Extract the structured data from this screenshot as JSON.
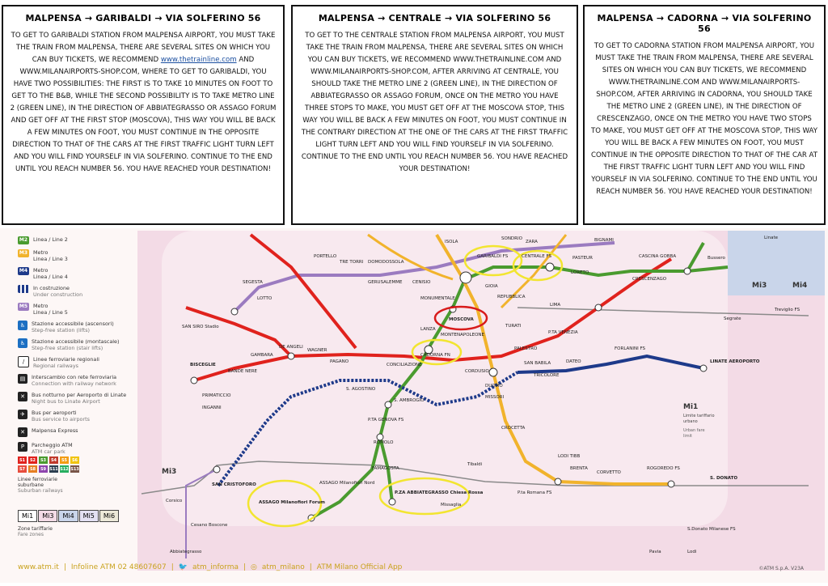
{
  "cards": [
    {
      "title": "MALPENSA → GARIBALDI → VIA SOLFERINO 56",
      "before_link": "TO GET TO GARIBALDI STATION FROM MALPENSA AIRPORT, YOU MUST TAKE THE TRAIN FROM MALPENSA, THERE ARE SEVERAL SITES ON WHICH YOU CAN BUY TICKETS, WE RECOMMEND",
      "link": "www.thetrainline.com",
      "after_link": "AND www.milanairports-shop.com, WHERE TO GET TO GARIBALDI, YOU HAVE TWO POSSIBILITIES: THE FIRST IS TO TAKE 10 MINUTES ON FOOT TO GET TO THE B&B, WHILE THE SECOND POSSIBILITY IS TO TAKE METRO LINE 2 (GREEN LINE), IN THE DIRECTION OF ABBIATEGRASSO OR ASSAGO FORUM AND GET OFF AT THE FIRST STOP (MOSCOVA), THIS WAY YOU WILL BE BACK A FEW MINUTES ON FOOT, YOU MUST CONTINUE IN THE OPPOSITE DIRECTION TO THAT OF THE CARS AT THE FIRST TRAFFIC LIGHT TURN LEFT AND YOU WILL FIND YOURSELF IN VIA SOLFERINO. CONTINUE TO THE END UNTIL YOU REACH NUMBER 56. YOU HAVE REACHED YOUR DESTINATION!"
    },
    {
      "title": "MALPENSA → CENTRALE → VIA SOLFERINO 56",
      "body": "TO GET TO THE CENTRALE STATION FROM MALPENSA AIRPORT, YOU MUST TAKE THE TRAIN FROM MALPENSA, THERE ARE SEVERAL SITES ON WHICH YOU CAN BUY TICKETS, WE RECOMMEND www.thetrainline.com AND www.milanairports-shop.com, AFTER ARRIVING AT CENTRALE, YOU SHOULD TAKE THE METRO LINE 2 (GREEN LINE), IN THE DIRECTION OF ABBIATEGRASSO OR ASSAGO FORUM, ONCE ON THE METRO YOU HAVE THREE STOPS TO MAKE, YOU MUST GET OFF AT THE MOSCOVA STOP, THIS WAY YOU WILL BE BACK A FEW MINUTES ON FOOT, YOU MUST CONTINUE IN THE CONTRARY DIRECTION AT THE ONE OF THE CARS AT THE FIRST TRAFFIC LIGHT TURN LEFT AND YOU WILL FIND YOURSELF IN VIA SOLFERINO. CONTINUE TO THE END UNTIL YOU REACH NUMBER 56. YOU HAVE REACHED YOUR DESTINATION!"
    },
    {
      "title": "MALPENSA → CADORNA → VIA SOLFERINO 56",
      "body": "TO GET TO CADORNA STATION FROM MALPENSA AIRPORT, YOU MUST TAKE THE TRAIN FROM MALPENSA, THERE ARE SEVERAL SITES ON WHICH YOU CAN BUY TICKETS, WE RECOMMEND www.thetrainline.com AND www.milanairports-shop.com, AFTER ARRIVING IN CADORNA, YOU SHOULD TAKE THE METRO LINE 2 (GREEN LINE), IN THE DIRECTION OF CRESCENZAGO, ONCE ON THE METRO YOU HAVE TWO STOPS TO MAKE, YOU MUST GET OFF AT THE MOSCOVA STOP, THIS WAY YOU WILL BE BACK A FEW MINUTES ON FOOT, YOU MUST CONTINUE IN THE OPPOSITE DIRECTION TO THAT OF THE CAR AT THE FIRST TRAFFIC LIGHT TURN LEFT AND YOU WILL FIND YOURSELF IN VIA SOLFERINO. CONTINUE TO THE END UNTIL YOU REACH NUMBER 56. YOU HAVE REACHED YOUR DESTINATION!"
    }
  ],
  "legend": {
    "m2": "Linea / Line 2",
    "m3_a": "Metro",
    "m3_b": "Linea / Line 3",
    "m4_a": "Metro",
    "m4_b": "Linea / Line 4",
    "construction_a": "In costruzione",
    "construction_b": "Under construction",
    "m5_a": "Metro",
    "m5_b": "Linea / Line 5",
    "step_free_a": "Stazione accessibile (ascensori)",
    "step_free_b": "Step-free station (lifts)",
    "stair_lift_a": "Stazione accessibile (montascale)",
    "stair_lift_b": "Step-free station (stair lifts)",
    "regional_a": "Linee ferroviarie regionali",
    "regional_b": "Regional railways",
    "interchange_a": "Interscambio con rete ferroviaria",
    "interchange_b": "Connection with railway network",
    "night_bus_a": "Bus notturno per Aeroporto di Linate",
    "night_bus_b": "Night bus to Linate Airport",
    "airport_bus_a": "Bus per aeroporti",
    "airport_bus_b": "Bus service to airports",
    "malpensa_express": "Malpensa Express",
    "parking_a": "Parcheggio ATM",
    "parking_b": "ATM car park",
    "suburban_a": "Linee ferroviarie suburbane",
    "suburban_b": "Suburban railways",
    "zones_a": "Zone tariffarie",
    "zones_b": "Fare zones",
    "zone_labels": [
      "Mi1",
      "Mi3",
      "Mi4",
      "Mi5",
      "Mi6"
    ],
    "suburban_lines": [
      "S1",
      "S2",
      "S3",
      "S4",
      "S5",
      "S6",
      "S7",
      "S8",
      "S9",
      "S11",
      "S12",
      "S13"
    ]
  },
  "stations": {
    "garibaldi": "GARIBALDI FS",
    "centrale": "CENTRALE FS",
    "moscova": "MOSCOVA",
    "cadorna": "CADORNA FN",
    "lanza": "LANZA",
    "montenapoleone": "MONTENAPOLEONE",
    "duomo": "DUOMO",
    "san_siro": "SAN SIRO Stadio",
    "bisceglie": "BISCEGLIE",
    "linate": "LINATE AEROPORTO",
    "s_donato": "S. DONATO",
    "san_cristoforo": "SAN CRISTOFORO",
    "assago": "ASSAGO Milanofiori Forum",
    "abbiategrasso": "P.ZA ABBIATEGRASSO Chiesa Rossa",
    "famagosta": "FAMAGOSTA",
    "romolo": "ROMOLO",
    "s_agostino": "S. AGOSTINO",
    "s_ambrogio": "S. AMBROGIO",
    "crescenzago": "CRESCENZAGO",
    "cascina_gobba": "CASCINA GOBBA",
    "rogoredo": "ROGOREDO FS",
    "porta_romana": "P.ta Romana FS",
    "isola": "ISOLA",
    "sondrio": "SONDRIO",
    "gioia": "GIOIA",
    "repubblica": "REPUBBLICA",
    "lima": "LIMA",
    "loreto": "LORETO",
    "pasteur": "PASTEUR",
    "turati": "TURATI",
    "palestro": "PALESTRO",
    "missori": "MISSORI",
    "crocetta": "CROCETTA",
    "lodi": "LODI TIBB",
    "brenta": "BRENTA",
    "corvetto": "CORVETTO",
    "p_venezia": "P.TA VENEZIA",
    "dateo": "DATEO",
    "tricolore": "TRICOLORE",
    "forlanini": "FORLANINI FS",
    "lotto": "LOTTO",
    "segesta": "SEGESTA",
    "tre_torri": "TRE TORRI",
    "portello": "PORTELLO",
    "domodossola": "DOMODOSSOLA",
    "gerusalemme": "GERUSALEMME",
    "cenisio": "CENISIO",
    "monumentale": "MONUMENTALE",
    "bignami": "BIGNAMI",
    "zara": "ZARA",
    "san_babila": "SAN BABILA",
    "cordusio": "CORDUSIO",
    "conciliazione": "CONCILIAZIONE",
    "pagano": "PAGANO",
    "wagner": "WAGNER",
    "de_angeli": "DE ANGELI",
    "gambara": "GAMBARA",
    "bande_nere": "BANDE NERE",
    "primaticcio": "PRIMATICCIO",
    "inganni": "INGANNI",
    "porta_genova": "P.TA GENOVA FS",
    "tibaldi": "Tibaldi",
    "missaglia": "Missaglia",
    "abbiategrasso_city": "Abbiategrasso",
    "bussero": "Bussero",
    "linate_zone": "Linate",
    "segrate": "Segrate",
    "treviglio": "Treviglio FS",
    "pavia": "Pavia",
    "lodi_city": "Lodi",
    "s_donato_milanese": "S.Donato Milanese FS",
    "corsico": "Corsico",
    "cesano_boscone": "Cesano Boscone",
    "assago_milanofiori_nord": "ASSAGO Milanofiori Nord",
    "urban_area_a": "Limite tariffario",
    "urban_area_b": "urbano",
    "urban_area_c": "Urban fare",
    "urban_area_d": "limit"
  },
  "zones_on_map": [
    "Mi1",
    "Mi3",
    "Mi4",
    "Mi3"
  ],
  "footer": {
    "website": "www.atm.it",
    "infoline": "Infoline ATM 02 48607607",
    "twitter": "atm_informa",
    "instagram": "atm_milano",
    "app": "ATM Milano Official App",
    "copyright": "©ATM S.p.A. V23A"
  },
  "colors": {
    "m1": "#e0221d",
    "m2": "#4a9b2f",
    "m3": "#f1b32c",
    "m4": "#1e3a8a",
    "m5": "#9b7bc0",
    "highlight": "#f2e530",
    "circle_red": "#d81b1b"
  }
}
